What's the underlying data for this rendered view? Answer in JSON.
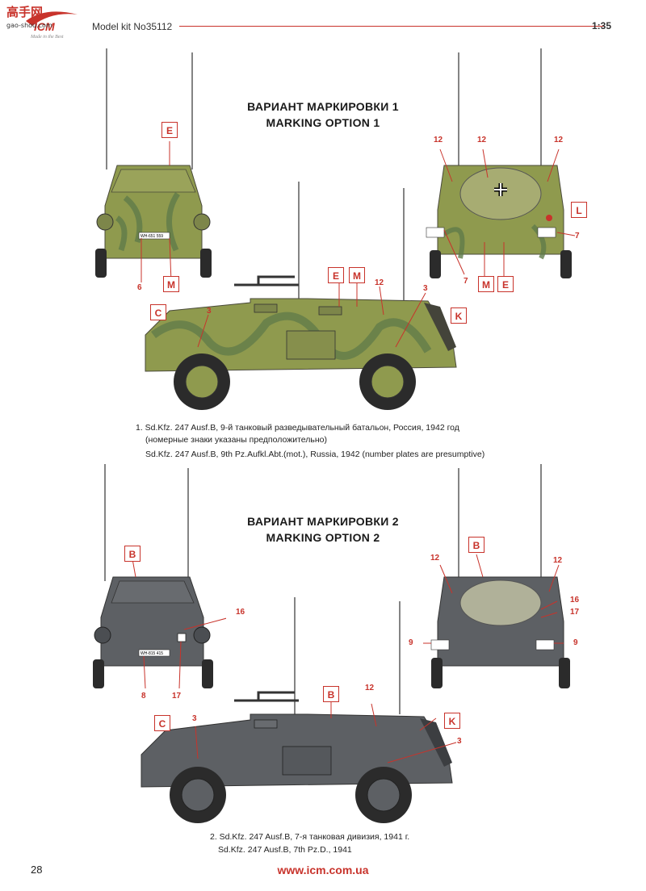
{
  "header": {
    "logo_text": "ICM",
    "logo_tagline": "Made in the Best",
    "watermark": "高手网",
    "watermark_url": "gao-shou.com",
    "model_kit": "Model kit No35112",
    "scale": "1:35"
  },
  "option1": {
    "title_ru": "ВАРИАНТ МАРКИРОВКИ 1",
    "title_en": "MARKING OPTION 1",
    "caption_ru_1": "1. Sd.Kfz. 247 Ausf.B, 9-й танковый разведывательный батальон, Россия, 1942 год",
    "caption_ru_2": "(номерные знаки указаны предположительно)",
    "caption_en": "Sd.Kfz. 247 Ausf.B, 9th Pz.Aufkl.Abt.(mot.), Russia, 1942 (number plates are presumptive)",
    "plate_text": "WH-651 559",
    "labels": {
      "front_E": "E",
      "front_M": "M",
      "front_6": "6",
      "rear_12a": "12",
      "rear_12b": "12",
      "rear_12c": "12",
      "rear_L": "L",
      "rear_7a": "7",
      "rear_7b": "7",
      "rear_M": "M",
      "rear_E": "E",
      "side_C": "C",
      "side_3a": "3",
      "side_E": "E",
      "side_M": "M",
      "side_12": "12",
      "side_3b": "3",
      "side_K": "K"
    }
  },
  "option2": {
    "title_ru": "ВАРИАНТ МАРКИРОВКИ 2",
    "title_en": "MARKING OPTION 2",
    "caption_ru": "2. Sd.Kfz. 247 Ausf.B, 7-я танковая дивизия, 1941 г.",
    "caption_en": "Sd.Kfz. 247 Ausf.B, 7th Pz.D., 1941",
    "plate_text": "WH-815 415",
    "labels": {
      "front_B": "B",
      "front_16": "16",
      "front_8": "8",
      "front_17": "17",
      "rear_B": "B",
      "rear_12a": "12",
      "rear_12b": "12",
      "rear_16": "16",
      "rear_17": "17",
      "rear_9a": "9",
      "rear_9b": "9",
      "side_C": "C",
      "side_3a": "3",
      "side_B": "B",
      "side_12": "12",
      "side_K": "K",
      "side_3b": "3"
    }
  },
  "footer": {
    "page_number": "28",
    "url": "www.icm.com.ua"
  },
  "colors": {
    "accent_red": "#c8332b",
    "camo_base": "#8f9a4e",
    "camo_stripe": "#5f7a4a",
    "panzer_grey": "#5d6064",
    "tyre": "#2b2b2b"
  }
}
